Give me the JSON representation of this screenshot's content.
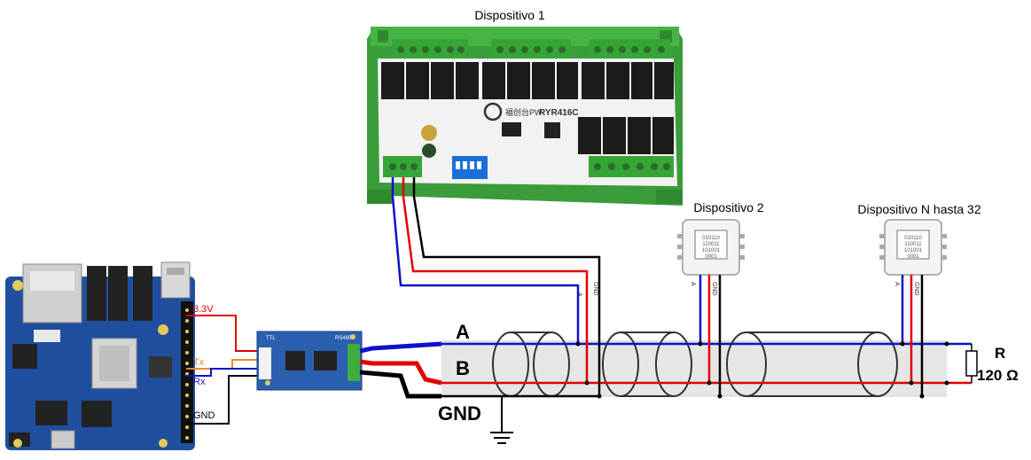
{
  "labels": {
    "device1": "Dispositivo 1",
    "device2": "Dispositivo 2",
    "deviceN": "Dispositivo N hasta 32",
    "line_a": "A",
    "line_b": "B",
    "gnd": "GND",
    "resistor_r": "R",
    "resistor_value": "120 Ω"
  },
  "sbc_pins": {
    "v33": "3.3V",
    "tx": "Tx",
    "rx": "Rx",
    "gnd": "GND"
  },
  "relay_board": {
    "brand": "福创台PW",
    "model": "RYR416C"
  },
  "converter": {
    "ttl": "TTL",
    "rs485": "RS485"
  },
  "wire_labels": {
    "a": "A",
    "b": "B",
    "gnd": "GND"
  },
  "chip_text": {
    "line1": "010110",
    "line2": "110011",
    "line3": "101001",
    "line4": "0001"
  },
  "colors": {
    "wire_red": "#e00000",
    "wire_blue": "#1010c8",
    "wire_black": "#000000",
    "wire_orange": "#f08a1a",
    "relay_green": "#3fae3f",
    "pcb_blue": "#1f4f9e",
    "converter_blue": "#2b5fb0"
  }
}
